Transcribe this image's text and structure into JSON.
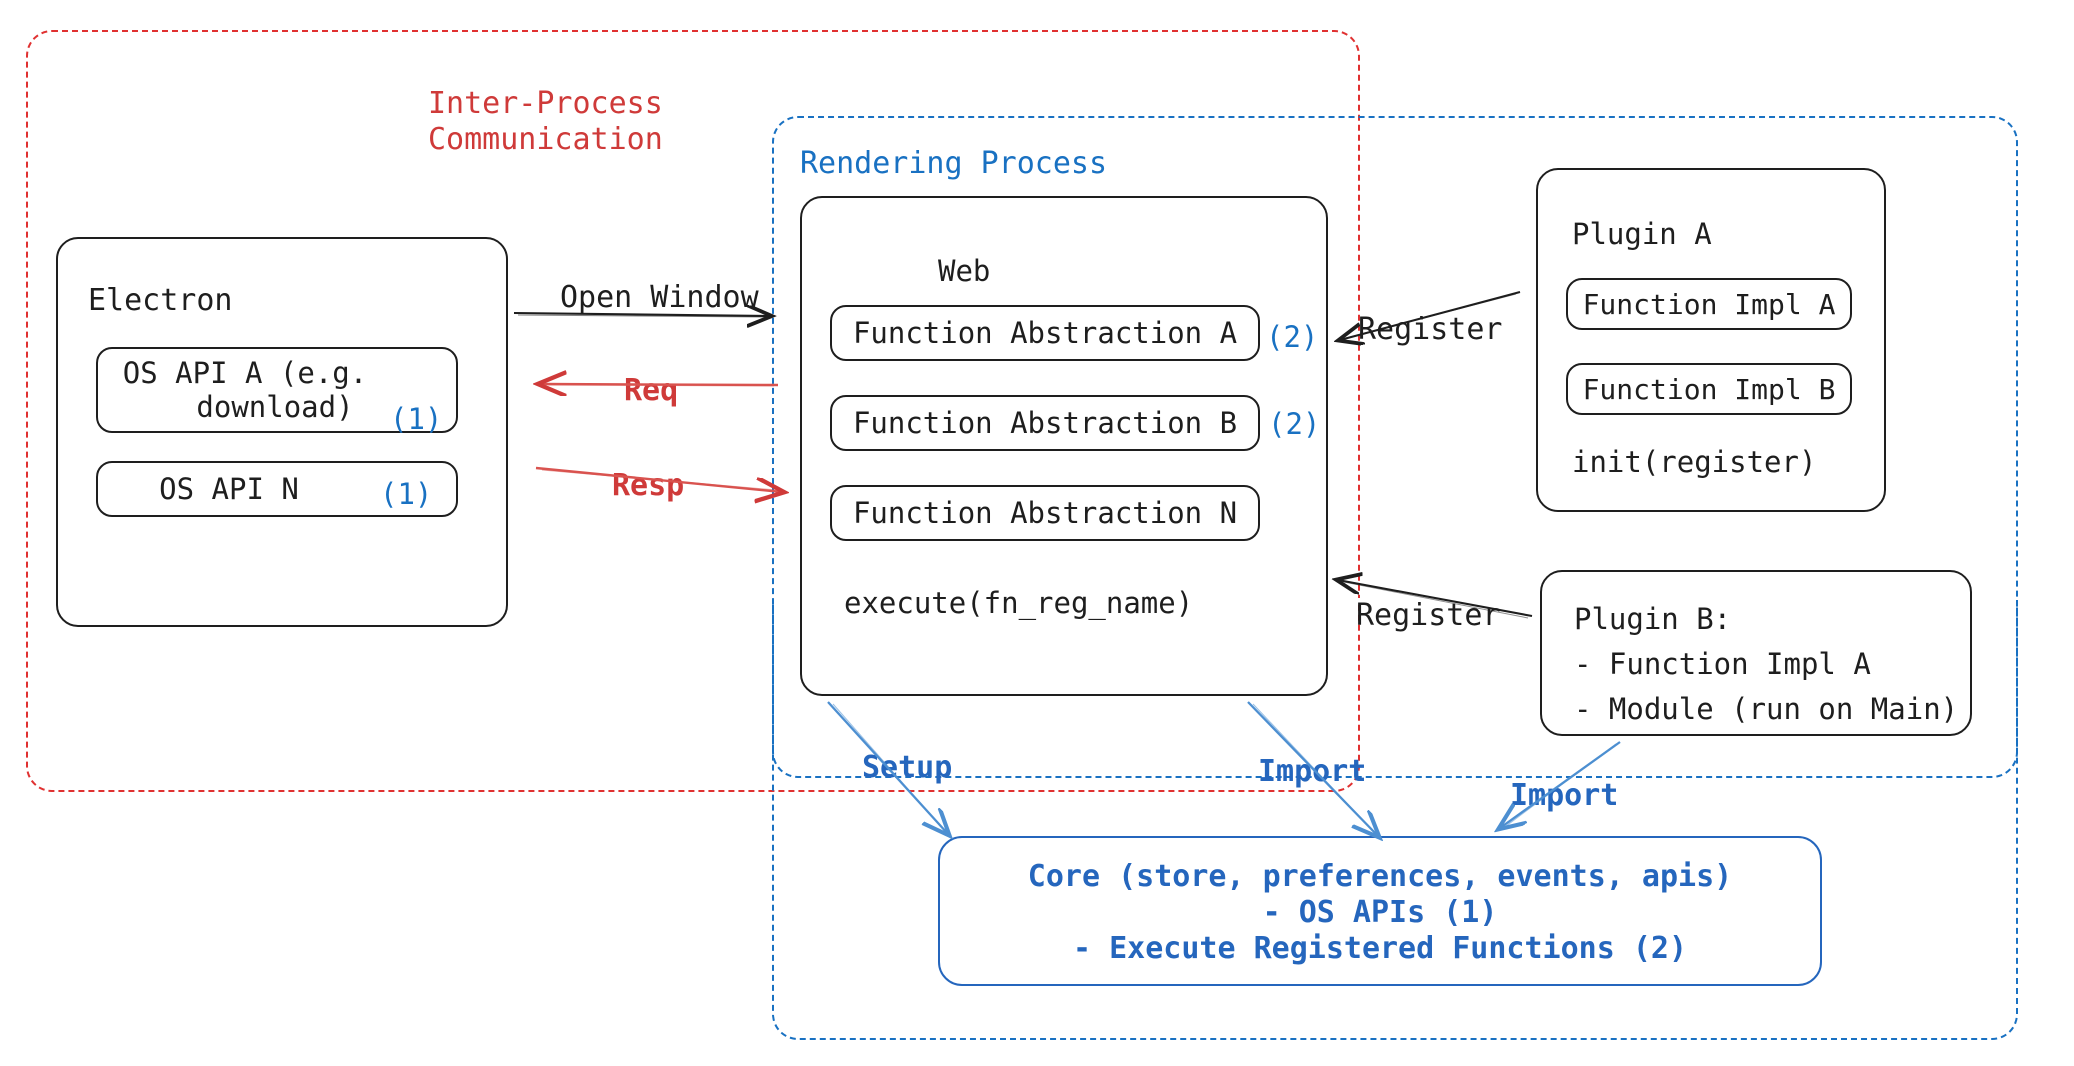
{
  "diagram": {
    "title_hidden": "",
    "colors": {
      "ipc_red": "#cf3a39",
      "process_blue": "#1971c2",
      "core_blue": "#2566bd",
      "stroke_black": "#1e1e1e"
    },
    "containers": {
      "ipc": {
        "label": "Inter-Process\nCommunication",
        "line1": "Inter-Process",
        "line2": "Communication",
        "style": "dashed-red"
      },
      "rendering": {
        "label": "Rendering Process",
        "style": "dashed-blue"
      }
    },
    "electron": {
      "title": "Electron",
      "apis": [
        {
          "name": "OS API A (e.g.\n  download)",
          "line1": "OS API A (e.g.",
          "line2": "download)",
          "marker": "(1)"
        },
        {
          "name": "OS API N",
          "line1": "OS API N",
          "line2": "",
          "marker": "(1)"
        }
      ]
    },
    "web": {
      "title": "Web",
      "abstractions": [
        {
          "label": "Function Abstraction A",
          "marker": "(2)"
        },
        {
          "label": "Function Abstraction B",
          "marker": "(2)"
        },
        {
          "label": "Function Abstraction N",
          "marker": ""
        }
      ],
      "execute": "execute(fn_reg_name)"
    },
    "plugin_a": {
      "title": "Plugin A",
      "functions": [
        {
          "label": "Function Impl A"
        },
        {
          "label": "Function Impl B"
        }
      ],
      "init": "init(register)"
    },
    "plugin_b": {
      "title": "Plugin B:",
      "items": [
        "- Function Impl A",
        "- Module (run on Main)"
      ]
    },
    "core": {
      "line1": "Core (store, preferences, events, apis)",
      "line2": "- OS APIs (1)",
      "line3": "- Execute Registered Functions (2)"
    },
    "edges": [
      {
        "id": "open-window",
        "label": "Open Window",
        "color": "black",
        "from": "electron",
        "to": "web"
      },
      {
        "id": "req",
        "label": "Req",
        "color": "red",
        "from": "web",
        "to": "electron"
      },
      {
        "id": "resp",
        "label": "Resp",
        "color": "red",
        "from": "electron",
        "to": "web"
      },
      {
        "id": "register-a",
        "label": "Register",
        "color": "black",
        "from": "plugin_a",
        "to": "web"
      },
      {
        "id": "register-b",
        "label": "Register",
        "color": "black",
        "from": "plugin_b",
        "to": "web"
      },
      {
        "id": "setup",
        "label": "Setup",
        "color": "blue",
        "from": "web",
        "to": "core"
      },
      {
        "id": "import-web",
        "label": "Import",
        "color": "blue",
        "from": "web",
        "to": "core"
      },
      {
        "id": "import-plugin",
        "label": "Import",
        "color": "blue",
        "from": "plugin_b",
        "to": "core"
      }
    ]
  }
}
